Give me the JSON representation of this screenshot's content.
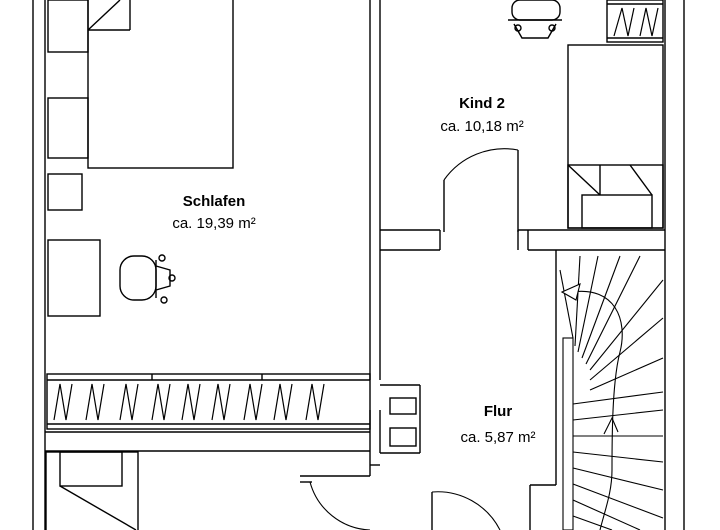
{
  "rooms": [
    {
      "id": "schlafen",
      "name": "Schlafen",
      "area": "ca. 19,39 m²"
    },
    {
      "id": "kind2",
      "name": "Kind 2",
      "area": "ca. 10,18 m²"
    },
    {
      "id": "flur",
      "name": "Flur",
      "area": "ca. 5,87 m²"
    }
  ],
  "colors": {
    "line": "#000000",
    "background": "#ffffff"
  }
}
